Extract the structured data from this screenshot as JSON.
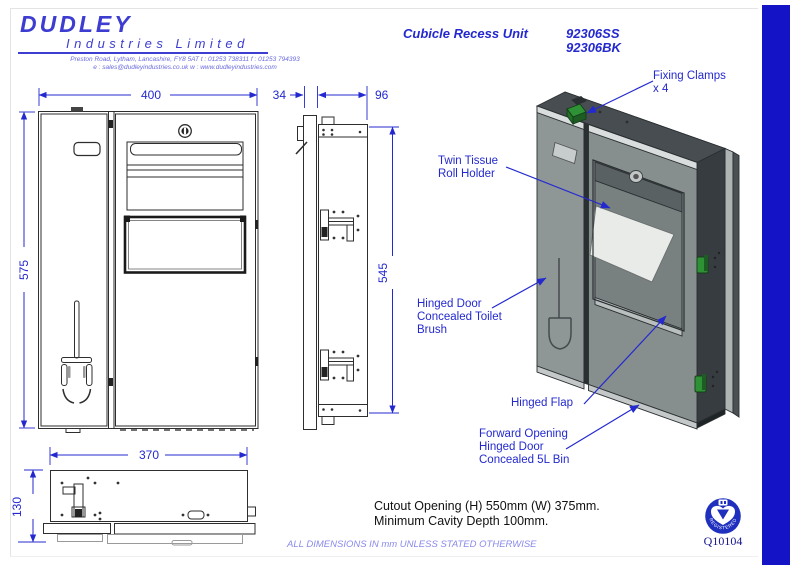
{
  "header": {
    "brand_line1": "DUDLEY",
    "brand_line2": "Industries Limited",
    "address_line1": "Preston Road, Lytham, Lancashire, FY8 5AT   t : 01253 738311   f : 01253 794393",
    "address_line2": "e : sales@dudleyindustries.co.uk        w : www.dudleyindustries.com",
    "product_title": "Cubicle Recess Unit",
    "product_codes": [
      "92306SS",
      "92306BK"
    ]
  },
  "dimensions": {
    "front_width": "400",
    "front_height": "575",
    "side_flange_depth": "34",
    "side_body_depth": "96",
    "side_body_height": "545",
    "bottom_width": "370",
    "bottom_depth": "130"
  },
  "callouts": {
    "fixing_clamps": [
      "Fixing Clamps",
      "x 4"
    ],
    "twin_tissue": [
      "Twin Tissue",
      "Roll Holder"
    ],
    "toilet_brush": [
      "Hinged Door",
      "Concealed Toilet",
      "Brush"
    ],
    "hinged_flap": [
      "Hinged Flap"
    ],
    "bin_door": [
      "Forward Opening",
      "Hinged Door",
      "Concealed 5L Bin"
    ]
  },
  "notes": {
    "cutout_line1": "Cutout Opening (H) 550mm (W) 375mm.",
    "cutout_line2": "Minimum Cavity Depth 100mm.",
    "dimensions_note": "ALL DIMENSIONS IN mm UNLESS STATED OTHERWISE"
  },
  "certification": {
    "registered_text": "REGISTERED",
    "certificate_number": "Q10104"
  },
  "colors": {
    "accent_blue": "#2329cf",
    "sidebar_blue": "#1414c6",
    "note_purple": "#8a8aec",
    "clamp_green": "#2f9135"
  }
}
